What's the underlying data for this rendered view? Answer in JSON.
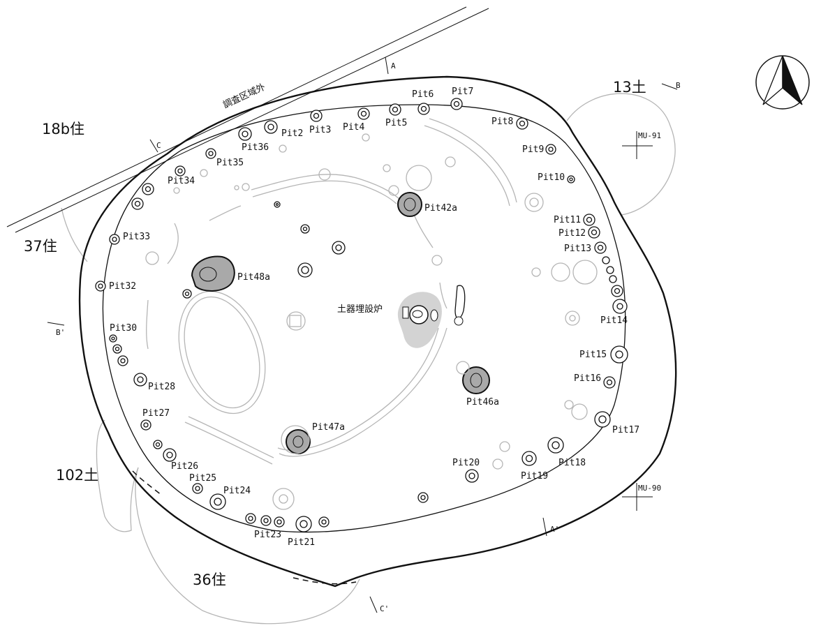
{
  "title_labels": {
    "house_18b": "18b住",
    "house_37": "37住",
    "house_36": "36住",
    "pit_13": "13土",
    "pit_102": "102土",
    "outside_area": "調査区域外",
    "hearth": "土器埋設炉"
  },
  "grid_points": [
    "MU-91",
    "MU-90"
  ],
  "section_marks": [
    "A",
    "A'",
    "B",
    "B'",
    "C",
    "C'"
  ],
  "pits": [
    "Pit2",
    "Pit3",
    "Pit4",
    "Pit5",
    "Pit6",
    "Pit7",
    "Pit8",
    "Pit9",
    "Pit10",
    "Pit11",
    "Pit12",
    "Pit13",
    "Pit14",
    "Pit15",
    "Pit16",
    "Pit17",
    "Pit18",
    "Pit19",
    "Pit20",
    "Pit21",
    "Pit23",
    "Pit24",
    "Pit25",
    "Pit26",
    "Pit27",
    "Pit28",
    "Pit30",
    "Pit32",
    "Pit33",
    "Pit34",
    "Pit35",
    "Pit36"
  ],
  "shaded_pits": [
    "Pit42a",
    "Pit46a",
    "Pit47a",
    "Pit48a"
  ],
  "colors": {
    "line": "#111111",
    "grey_line": "#b5b5b5",
    "shade": "#a9a9a9",
    "hearth_shade": "#d3d3d3"
  },
  "icons": {
    "north_arrow": "north-arrow-icon"
  }
}
